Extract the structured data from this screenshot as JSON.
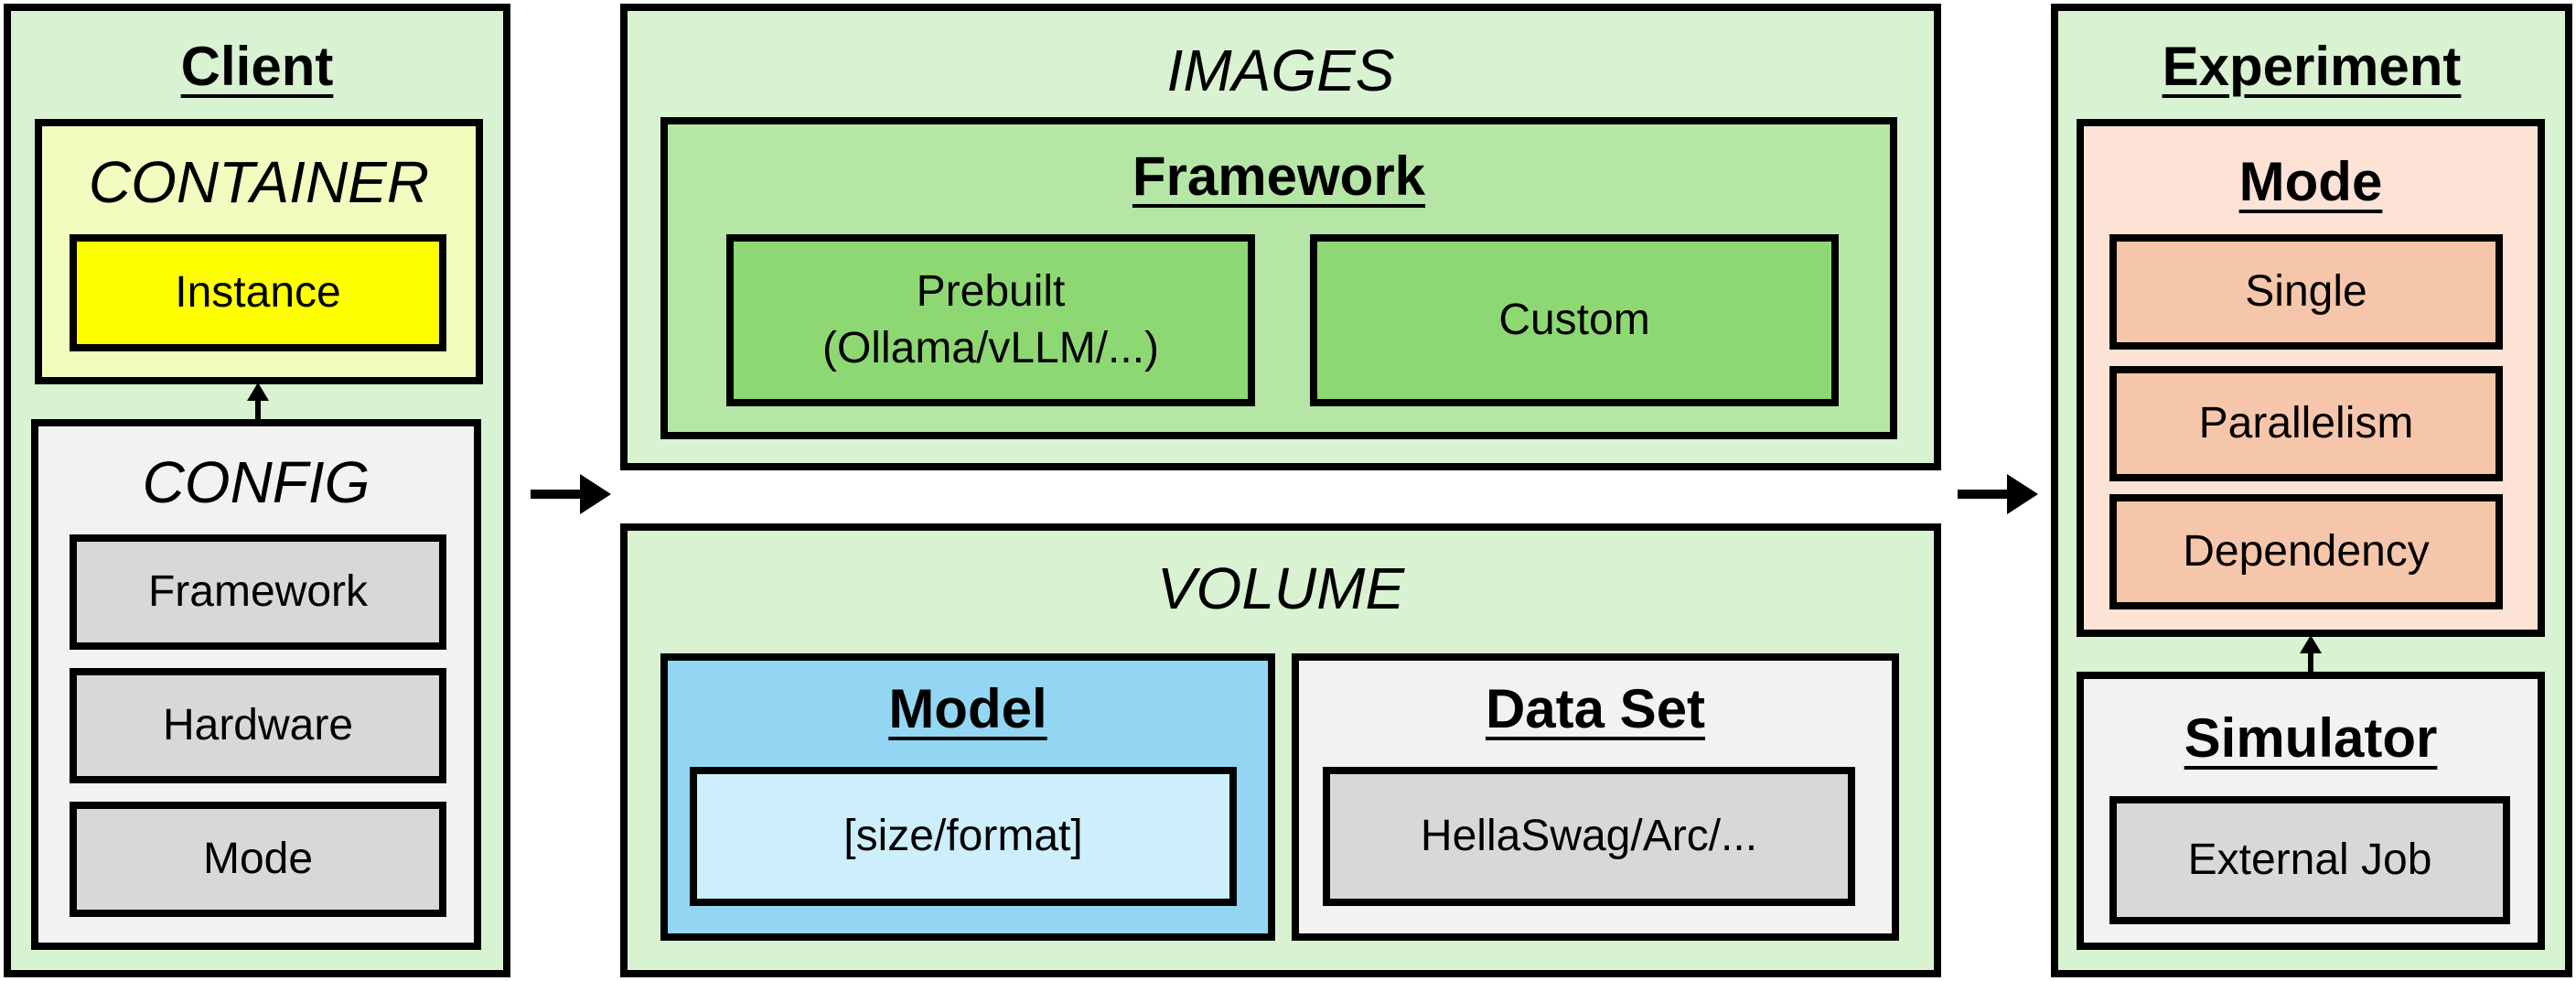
{
  "client": {
    "title": "Client",
    "container": {
      "title": "CONTAINER",
      "instance": "Instance"
    },
    "config": {
      "title": "CONFIG",
      "items": [
        "Framework",
        "Hardware",
        "Mode"
      ]
    }
  },
  "images": {
    "title": "IMAGES",
    "framework": {
      "title": "Framework",
      "prebuilt_line1": "Prebuilt",
      "prebuilt_line2": "(Ollama/vLLM/...)",
      "custom": "Custom"
    }
  },
  "volume": {
    "title": "VOLUME",
    "model": {
      "title": "Model",
      "item": "[size/format]"
    },
    "dataset": {
      "title": "Data Set",
      "item": "HellaSwag/Arc/..."
    }
  },
  "experiment": {
    "title": "Experiment",
    "mode": {
      "title": "Mode",
      "items": [
        "Single",
        "Parallelism",
        "Dependency"
      ]
    },
    "simulator": {
      "title": "Simulator",
      "item": "External Job"
    }
  },
  "colors": {
    "green_outer": "#d8f2d2",
    "green_mid": "#b5e6a6",
    "green_inner": "#8ed874",
    "yellow": "#ffff00",
    "blue": "#92d6f4",
    "salmon": "#f6c6aa"
  }
}
